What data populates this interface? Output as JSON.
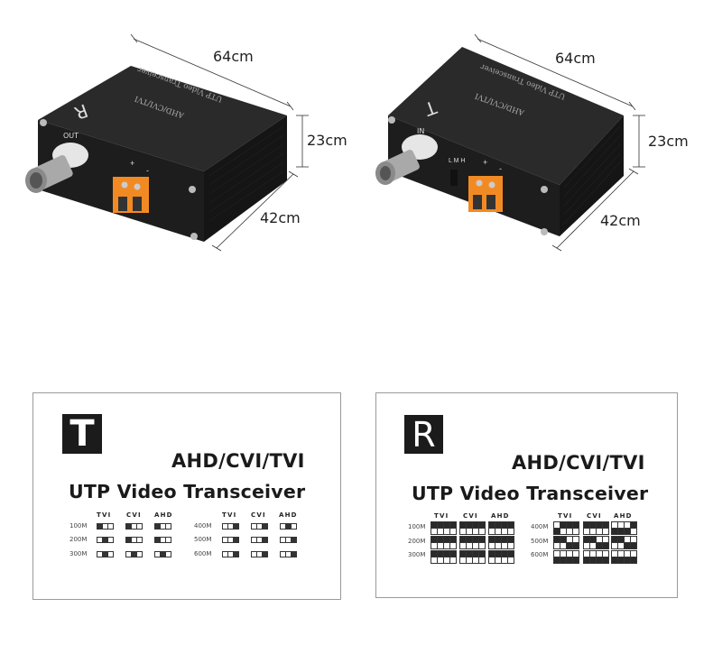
{
  "devices": [
    {
      "id": "receiver",
      "face_letter": "R",
      "port_label": "OUT",
      "top_text_line1": "UTP Video Transceiver",
      "top_text_line2": "AHD/CVI/TVI",
      "power_plus": "+",
      "power_minus": "-",
      "dimensions": {
        "length": "64cm",
        "height": "23cm",
        "width": "42cm"
      }
    },
    {
      "id": "transmitter",
      "face_letter": "T",
      "port_label": "IN",
      "switch_label": "L M H",
      "top_text_line1": "UTP Video Transceiver",
      "top_text_line2": "AHD/CVI/TVI",
      "power_plus": "+",
      "power_minus": "-",
      "dimensions": {
        "length": "64cm",
        "height": "23cm",
        "width": "42cm"
      }
    }
  ],
  "cards": [
    {
      "id": "T",
      "letter": "T",
      "standards": "AHD/CVI/TVI",
      "product": "UTP Video Transceiver",
      "columns": [
        "TVI",
        "CVI",
        "AHD"
      ],
      "left_rows": [
        "100M",
        "200M",
        "300M"
      ],
      "right_rows": [
        "400M",
        "500M",
        "600M"
      ],
      "left_jumpers": [
        [
          [
            1,
            0,
            0
          ],
          [
            1,
            0,
            0
          ],
          [
            1,
            0,
            0
          ]
        ],
        [
          [
            0,
            1,
            0
          ],
          [
            1,
            0,
            0
          ],
          [
            1,
            0,
            0
          ]
        ],
        [
          [
            0,
            1,
            0
          ],
          [
            0,
            1,
            0
          ],
          [
            0,
            1,
            0
          ]
        ]
      ],
      "right_jumpers": [
        [
          [
            0,
            0,
            1
          ],
          [
            0,
            0,
            1
          ],
          [
            0,
            1,
            0
          ]
        ],
        [
          [
            0,
            0,
            1
          ],
          [
            0,
            0,
            1
          ],
          [
            0,
            0,
            1
          ]
        ],
        [
          [
            0,
            0,
            1
          ],
          [
            0,
            0,
            1
          ],
          [
            0,
            0,
            1
          ]
        ]
      ]
    },
    {
      "id": "R",
      "letter": "R",
      "standards": "AHD/CVI/TVI",
      "product": "UTP Video Transceiver",
      "columns": [
        "TVI",
        "CVI",
        "AHD"
      ],
      "left_rows": [
        "100M",
        "200M",
        "300M"
      ],
      "right_rows": [
        "400M",
        "500M",
        "600M"
      ],
      "left_dips": [
        [
          [
            [
              1,
              1,
              1,
              1
            ],
            [
              0,
              0,
              0,
              0
            ]
          ],
          [
            [
              1,
              1,
              1,
              1
            ],
            [
              0,
              0,
              0,
              0
            ]
          ],
          [
            [
              1,
              1,
              1,
              1
            ],
            [
              0,
              0,
              0,
              0
            ]
          ]
        ],
        [
          [
            [
              1,
              1,
              1,
              1
            ],
            [
              0,
              0,
              0,
              0
            ]
          ],
          [
            [
              1,
              1,
              1,
              1
            ],
            [
              0,
              0,
              0,
              0
            ]
          ],
          [
            [
              1,
              1,
              1,
              1
            ],
            [
              0,
              0,
              0,
              0
            ]
          ]
        ],
        [
          [
            [
              1,
              1,
              1,
              1
            ],
            [
              0,
              0,
              0,
              0
            ]
          ],
          [
            [
              1,
              1,
              1,
              1
            ],
            [
              0,
              0,
              0,
              0
            ]
          ],
          [
            [
              1,
              1,
              1,
              1
            ],
            [
              0,
              0,
              0,
              0
            ]
          ]
        ]
      ],
      "right_dips": [
        [
          [
            [
              0,
              1,
              1,
              1
            ],
            [
              1,
              0,
              0,
              0
            ]
          ],
          [
            [
              1,
              1,
              1,
              1
            ],
            [
              0,
              0,
              0,
              0
            ]
          ],
          [
            [
              0,
              0,
              0,
              1
            ],
            [
              1,
              1,
              1,
              0
            ]
          ]
        ],
        [
          [
            [
              1,
              1,
              0,
              0
            ],
            [
              0,
              0,
              1,
              1
            ]
          ],
          [
            [
              1,
              1,
              0,
              0
            ],
            [
              0,
              0,
              1,
              1
            ]
          ],
          [
            [
              1,
              1,
              0,
              0
            ],
            [
              0,
              0,
              1,
              1
            ]
          ]
        ],
        [
          [
            [
              0,
              0,
              0,
              0
            ],
            [
              1,
              1,
              1,
              1
            ]
          ],
          [
            [
              0,
              0,
              0,
              0
            ],
            [
              1,
              1,
              1,
              1
            ]
          ],
          [
            [
              0,
              0,
              0,
              0
            ],
            [
              1,
              1,
              1,
              1
            ]
          ]
        ]
      ]
    }
  ]
}
